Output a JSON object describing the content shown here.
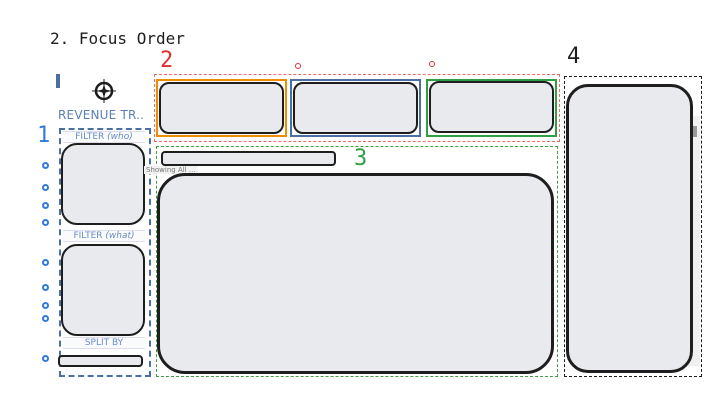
{
  "title": "2. Focus Order",
  "markers": {
    "one": "1",
    "two": "2",
    "three": "3",
    "four": "4"
  },
  "sidebar": {
    "heading": "REVENUE TR..",
    "filter_who": "FILTER",
    "filter_who_em": "(who)",
    "filter_what": "FILTER",
    "filter_what_em": "(what)",
    "split_by": "SPLIT BY"
  },
  "main": {
    "showing_text": "Showing All ..."
  },
  "colors": {
    "group1": "#2f7bd6",
    "group2": "#e03131",
    "group3": "#2f9e44",
    "group4": "#1e1e1e",
    "orange": "#f08c00",
    "blue": "#4a6fa5"
  }
}
